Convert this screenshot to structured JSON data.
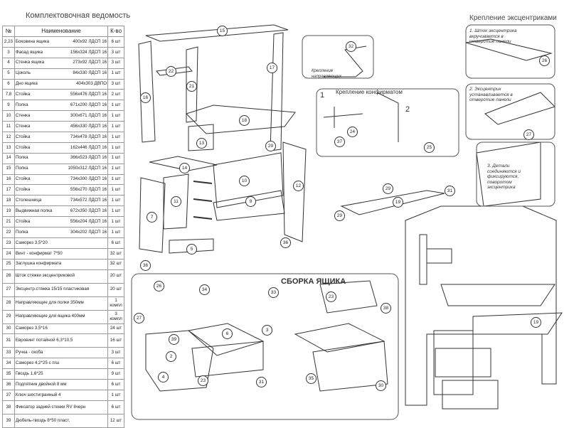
{
  "spec_title": "Комплектовочная ведомость",
  "columns": [
    "№",
    "Наименование",
    "К-во"
  ],
  "rows": [
    {
      "no": "2,23",
      "name": "Боковина ящика",
      "dim": "400x92 ЛДСП 16",
      "qty": "6 шт"
    },
    {
      "no": "3",
      "name": "Фасад ящика",
      "dim": "156x324 ЛДСП 16",
      "qty": "3 шт"
    },
    {
      "no": "4",
      "name": "Стенка ящика",
      "dim": "273x92 ЛДСП 16",
      "qty": "3 шт"
    },
    {
      "no": "5",
      "name": "Цоколь",
      "dim": "84x330 ЛДСП 16",
      "qty": "1 шт"
    },
    {
      "no": "6",
      "name": "Дно ящика",
      "dim": "404x303 ДВПО",
      "qty": "3 шт"
    },
    {
      "no": "7,8",
      "name": "Стойка",
      "dim": "556x476 ЛДСП 16",
      "qty": "2 шт"
    },
    {
      "no": "9",
      "name": "Полка",
      "dim": "671x200 ЛДСП 16",
      "qty": "1 шт"
    },
    {
      "no": "10",
      "name": "Стенка",
      "dim": "300x671 ЛДСП 16",
      "qty": "1 шт"
    },
    {
      "no": "11",
      "name": "Стенка",
      "dim": "456x330 ЛДСП 16",
      "qty": "1 шт"
    },
    {
      "no": "12",
      "name": "Стойка",
      "dim": "734x478 ЛДСП 16",
      "qty": "1 шт"
    },
    {
      "no": "13",
      "name": "Стойка",
      "dim": "162x446 ЛДСП 16",
      "qty": "1 шт"
    },
    {
      "no": "14",
      "name": "Полка",
      "dim": "366x523 ЛДСП 16",
      "qty": "1 шт"
    },
    {
      "no": "15",
      "name": "Полка",
      "dim": "1050x312 ЛДСП 16",
      "qty": "1 шт"
    },
    {
      "no": "16",
      "name": "Стойка",
      "dim": "734x300 ЛДСП 16",
      "qty": "1 шт"
    },
    {
      "no": "17",
      "name": "Стойка",
      "dim": "556x270 ЛДСП 16",
      "qty": "1 шт"
    },
    {
      "no": "18",
      "name": "Столешница",
      "dim": "734x572 ЛДСП 16",
      "qty": "1 шт"
    },
    {
      "no": "19",
      "name": "Выдвижная полка",
      "dim": "672x350 ЛДСП 16",
      "qty": "1 шт"
    },
    {
      "no": "21",
      "name": "Стойка",
      "dim": "556x204 ЛДСП 16",
      "qty": "1 шт"
    },
    {
      "no": "22",
      "name": "Полка",
      "dim": "304x202 ЛДСП 16",
      "qty": "1 шт"
    },
    {
      "no": "23",
      "name": "Саморез 3,5*20",
      "dim": "",
      "qty": "6 шт"
    },
    {
      "no": "24",
      "name": "Винт - конфирмат 7*50",
      "dim": "",
      "qty": "32 шт"
    },
    {
      "no": "25",
      "name": "Заглушка конфирмата",
      "dim": "",
      "qty": "32 шт"
    },
    {
      "no": "26",
      "name": "Шток стяжки эксцентриковой",
      "dim": "",
      "qty": "20 шт"
    },
    {
      "no": "27",
      "name": "Эксцентр.стяжка 15/15 пластиковая",
      "dim": "",
      "qty": "20 шт"
    },
    {
      "no": "28",
      "name": "Направляющие для полки 350мм",
      "dim": "",
      "qty": "1 компл"
    },
    {
      "no": "29",
      "name": "Направляющие для ящика 400мм",
      "dim": "",
      "qty": "3 компл"
    },
    {
      "no": "30",
      "name": "Саморез 3,5*16",
      "dim": "",
      "qty": "24 шт"
    },
    {
      "no": "31",
      "name": "Евровинт потайной 6,3*10,5",
      "dim": "",
      "qty": "16 шт"
    },
    {
      "no": "33",
      "name": "Ручка - скоба",
      "dim": "",
      "qty": "3 шт"
    },
    {
      "no": "34",
      "name": "Саморез 4,2*25 с п/ш",
      "dim": "",
      "qty": "6 шт"
    },
    {
      "no": "35",
      "name": "Гвоздь 1,6*25",
      "dim": "",
      "qty": "9 шт"
    },
    {
      "no": "36",
      "name": "Подпятник двойной 8 мм",
      "dim": "",
      "qty": "6 шт"
    },
    {
      "no": "37",
      "name": "Ключ шестигранный 4",
      "dim": "",
      "qty": "1 шт"
    },
    {
      "no": "38",
      "name": "Фиксатор задней стенки RV 8черн",
      "dim": "",
      "qty": "6 шт"
    },
    {
      "no": "39",
      "name": "Дюбель-гвоздь 8*50 пласт.",
      "dim": "",
      "qty": "12 шт"
    }
  ],
  "eccentric_title": "Крепление эксцентриками",
  "eccentric_steps": [
    "1. Шток эксцентрика вкручивается в отверстие панели",
    "2. Эксцентрик устанавливается в отверстие панели",
    "3. Детали соединяются и фиксируются, поворотом эксцентрика"
  ],
  "confirmat_title": "Крепление конфирматом",
  "guide_label": "Крепление направляющих",
  "drawer_title": "СБОРКА ЯЩИКА",
  "callouts": {
    "c15": "15",
    "c16": "16",
    "c17": "17",
    "c18": "18",
    "c21": "21",
    "c22": "22",
    "c13": "13",
    "c14": "14",
    "c29a": "29",
    "c12": "12",
    "c10": "10",
    "c11": "11",
    "c9": "9",
    "c7": "7",
    "c5": "5",
    "c36a": "36",
    "c36b": "36",
    "c32": "32",
    "c24": "24",
    "c37": "37",
    "c25": "25",
    "c26a": "26",
    "c27a": "27",
    "c19a": "19",
    "c29b": "29",
    "c31a": "31",
    "c29c": "29",
    "c26b": "26",
    "c34": "34",
    "c33": "33",
    "c27b": "27",
    "c39": "39",
    "c6": "6",
    "c2": "2",
    "c3": "3",
    "c4": "4",
    "c23a": "23",
    "c23b": "23",
    "c38": "38",
    "c31b": "31",
    "c35": "35",
    "c30": "30",
    "c19b": "19",
    "step1": "1",
    "step2": "2"
  }
}
